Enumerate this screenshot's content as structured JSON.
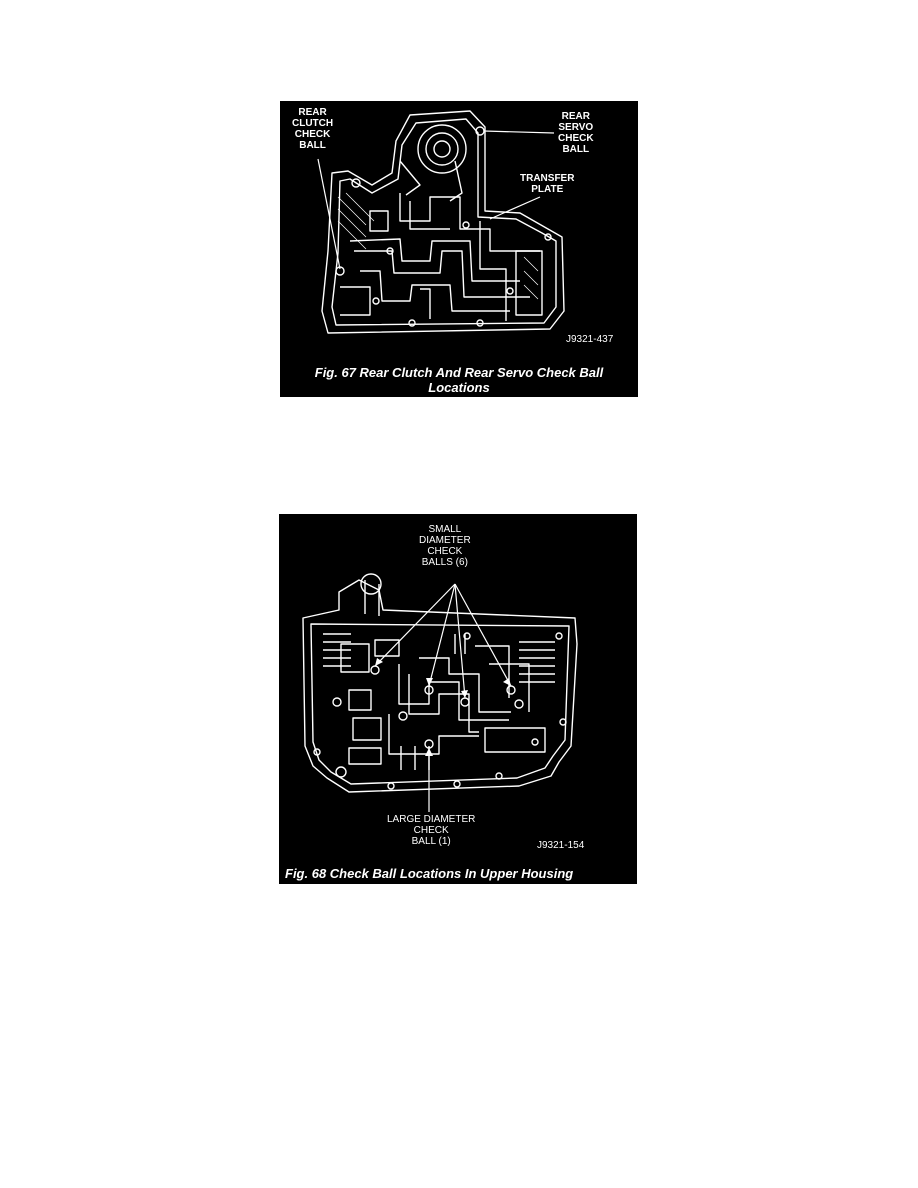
{
  "figures": [
    {
      "callouts": {
        "rear_clutch_check_ball": [
          "REAR",
          "CLUTCH",
          "CHECK",
          "BALL"
        ],
        "rear_servo_check_ball": [
          "REAR",
          "SERVO",
          "CHECK",
          "BALL"
        ],
        "transfer_plate": [
          "TRANSFER",
          "PLATE"
        ]
      },
      "figure_code": "J9321-437",
      "caption": [
        "Fig. 67 Rear Clutch And Rear Servo Check Ball",
        "Locations"
      ]
    },
    {
      "callouts": {
        "small_diameter_check_balls": [
          "SMALL",
          "DIAMETER",
          "CHECK",
          "BALLS (6)"
        ],
        "large_diameter_check_ball": [
          "LARGE DIAMETER",
          "CHECK",
          "BALL (1)"
        ]
      },
      "figure_code": "J9321-154",
      "caption": [
        "Fig. 68 Check Ball Locations In Upper Housing"
      ]
    }
  ]
}
